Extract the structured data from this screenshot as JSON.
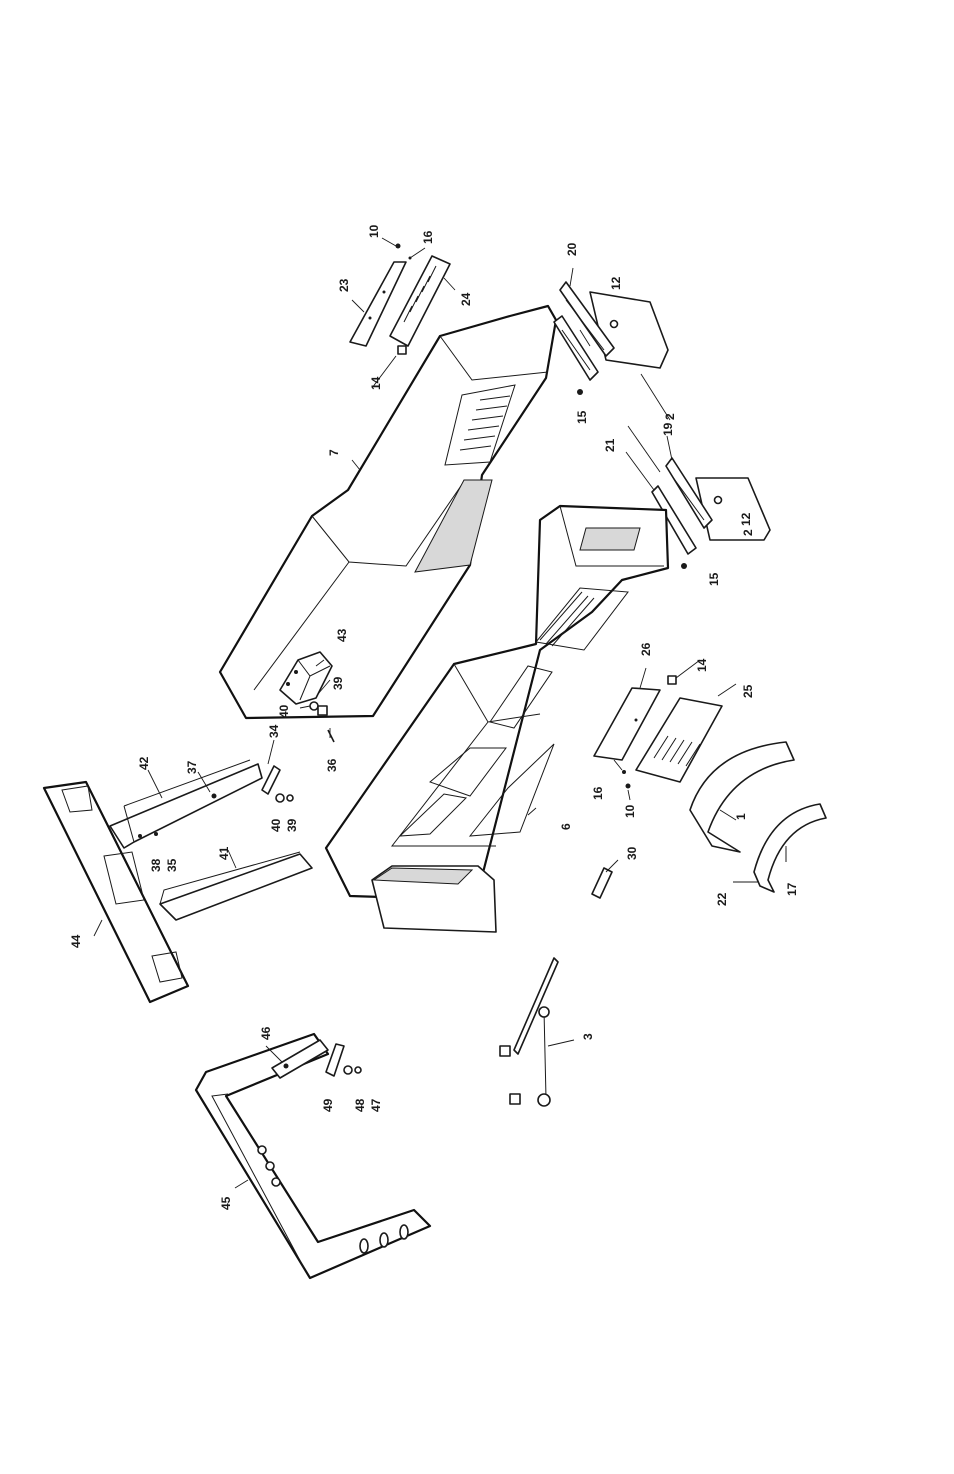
{
  "callouts": [
    "1",
    "2",
    "3",
    "6",
    "7",
    "10",
    "12",
    "14",
    "15",
    "16",
    "17",
    "19",
    "20",
    "21",
    "22",
    "23",
    "24",
    "25",
    "26",
    "30",
    "34",
    "35",
    "36",
    "37",
    "38",
    "39",
    "40",
    "41",
    "42",
    "43",
    "44",
    "45",
    "46",
    "47",
    "48",
    "49"
  ],
  "callout_rotation_deg": -90
}
